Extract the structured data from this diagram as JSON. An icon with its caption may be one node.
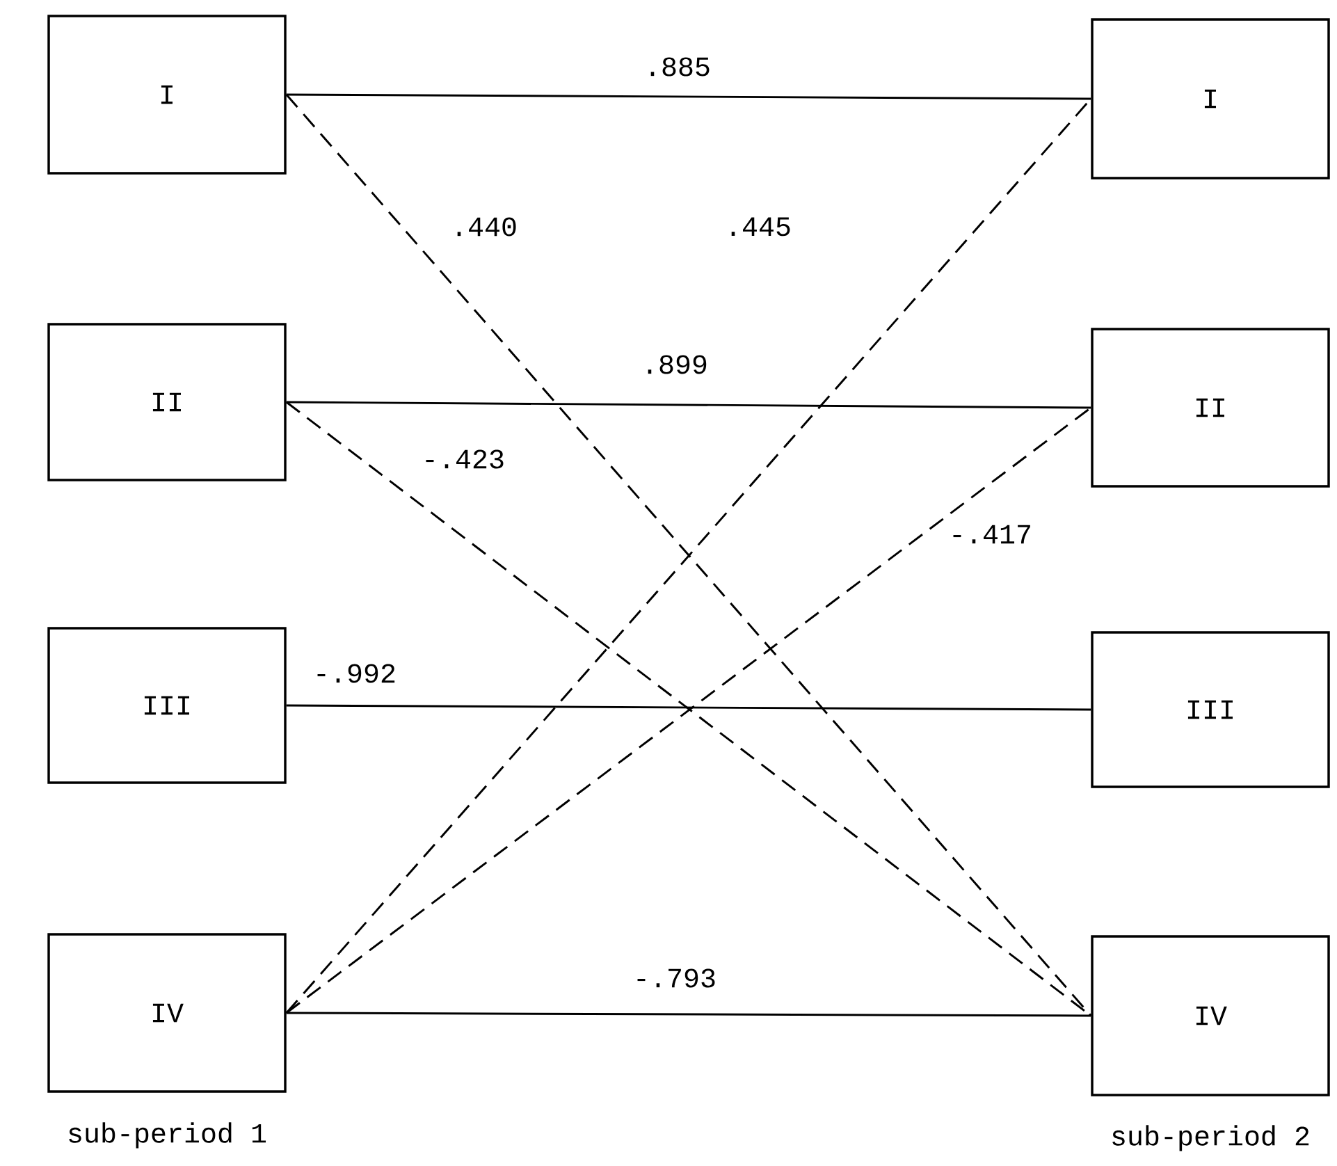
{
  "diagram": {
    "nodes": [
      {
        "text": [
          "I"
        ]
      },
      {
        "text": [
          "II"
        ]
      },
      {
        "text": [
          "III"
        ]
      },
      {
        "text": [
          "IV"
        ]
      },
      {
        "text": [
          "I"
        ]
      },
      {
        "text": [
          "II"
        ]
      },
      {
        "text": [
          "III"
        ]
      },
      {
        "text": [
          "IV"
        ]
      }
    ],
    "edges": [
      {
        "from": 0,
        "to": 4,
        "arrow": "none",
        "label": ".885"
      },
      {
        "from": 0,
        "to": 7,
        "arrow": "none",
        "label": ".440",
        "style": "dashed"
      },
      {
        "from": 3,
        "to": 4,
        "arrow": "none",
        "label": ".445",
        "style": "dashed"
      },
      {
        "from": 1,
        "to": 5,
        "arrow": "none",
        "label": ".899"
      },
      {
        "from": 1,
        "to": 7,
        "arrow": "none",
        "label": "-.423",
        "style": "dashed"
      },
      {
        "from": 3,
        "to": 5,
        "arrow": "none",
        "label": "-.417",
        "style": "dashed"
      },
      {
        "from": 2,
        "to": 6,
        "arrow": "none",
        "label": "-.992"
      },
      {
        "from": 3,
        "to": 7,
        "arrow": "none",
        "label": "-.793"
      }
    ],
    "labels": [
      "sub-period 1",
      "sub-period 2"
    ]
  }
}
